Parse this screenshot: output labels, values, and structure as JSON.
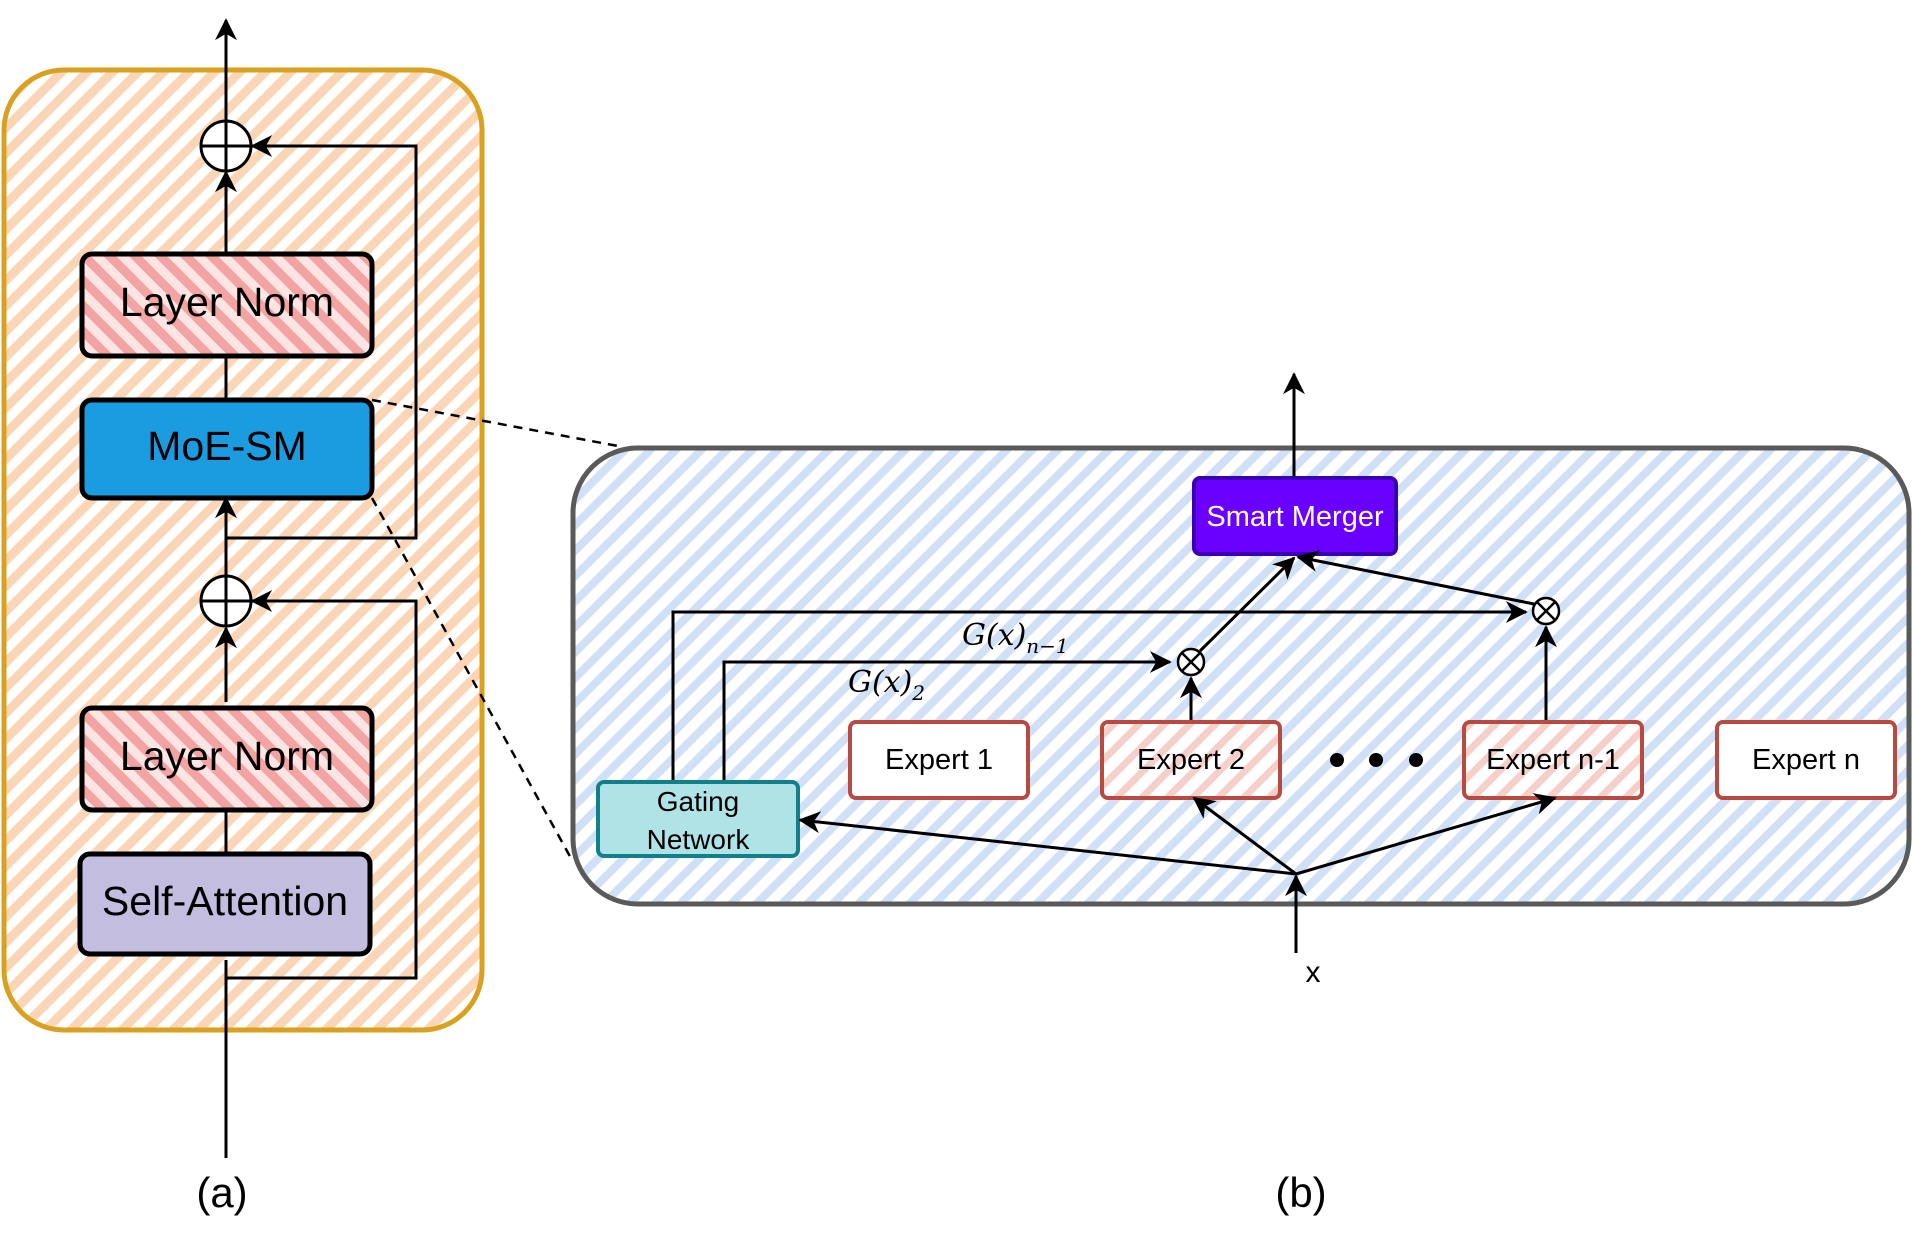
{
  "panel_a": {
    "caption": "(a)",
    "blocks": {
      "layer_norm_top": "Layer Norm",
      "moe_sm": "MoE-SM",
      "layer_norm_bottom": "Layer Norm",
      "self_attention": "Self-Attention"
    },
    "colors": {
      "container_border": "#d9a11f",
      "container_hatch": "#f9cfa9",
      "layer_norm_fill": "#f8a7a7",
      "moe_fill": "#1b9ce0",
      "attention_fill": "#c3bde0"
    }
  },
  "panel_b": {
    "caption": "(b)",
    "smart_merger": "Smart Merger",
    "gating_network_line1": "Gating",
    "gating_network_line2": "Network",
    "experts": [
      "Expert 1",
      "Expert 2",
      "Expert n-1",
      "Expert n"
    ],
    "gate_label_n1_main": "G(x)",
    "gate_label_n1_sub": "n−1",
    "gate_label_2_main": "G(x)",
    "gate_label_2_sub": "2",
    "input_label": "x",
    "colors": {
      "container_border": "#5a5a5a",
      "container_hatch": "#bcd6f5",
      "smart_merger_fill": "#6a00ff",
      "gating_fill": "#b0e3e6",
      "gating_border": "#12808a",
      "expert_border": "#b84a40",
      "expert_hatch": "#f3b5ad"
    }
  }
}
